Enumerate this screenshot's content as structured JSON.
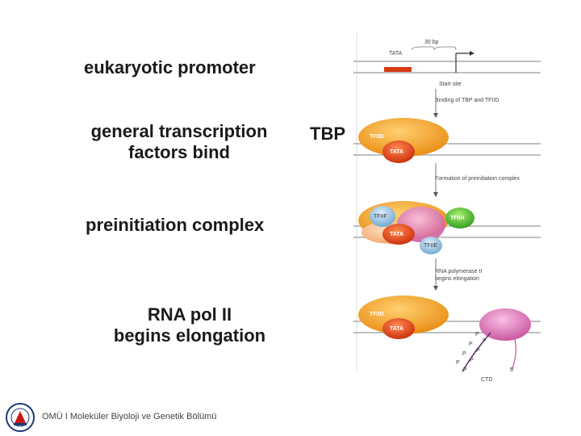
{
  "stages": {
    "promoter": "eukaryotic promoter",
    "gtf_line1": "general transcription",
    "gtf_line2": "factors bind",
    "pic": "preinitiation complex",
    "pol_line1": "RNA pol II",
    "pol_line2": "begins elongation"
  },
  "tbp_label": "TBP",
  "figure": {
    "tata": "TATA",
    "bp": "30 bp",
    "start_site": "Start site",
    "step1": "Binding of TBP and TFIID",
    "step2": "Formation of preinitiation complex",
    "step3_line1": "RNA polymerase II",
    "step3_line2": "begins elongation",
    "tfiid": "TFIID",
    "tfiif": "TFIIF",
    "tfiih": "TFIIH",
    "tfiie": "TFIIE",
    "ctd": "CTD",
    "five_prime": "5'",
    "p": "P"
  },
  "footer": {
    "text": "OMÜ I  Moleküler Biyoloji ve Genetik Bölümü"
  },
  "colors": {
    "tfiid": "#f0a020",
    "tata_red": "#d83a10",
    "tfiih": "#3aaa2a",
    "tfiif": "#7ab4d8",
    "polII": "#d876b8",
    "dna": "#999999"
  },
  "icons": {
    "logo": "university-logo-icon"
  }
}
